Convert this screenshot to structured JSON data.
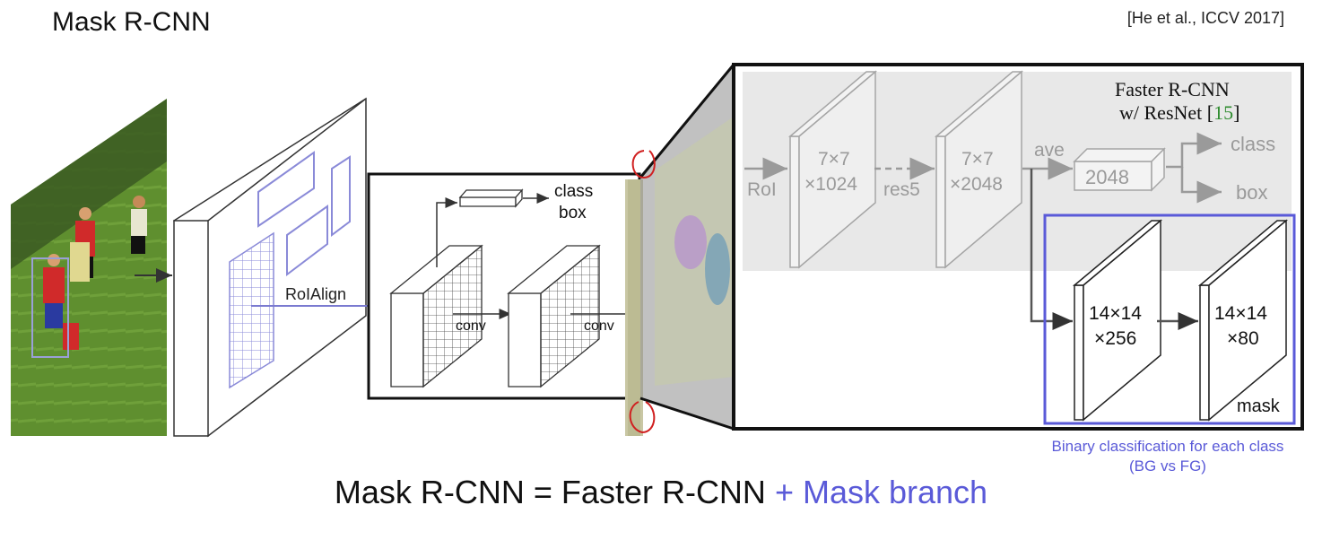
{
  "slide": {
    "title": "Mask R-CNN",
    "citation": "[He et al., ICCV 2017]",
    "equation_prefix": "Mask R-CNN = Faster R-CNN",
    "equation_accent": "+ Mask branch",
    "note_line1": "Binary classification for each class",
    "note_line2": "(BG vs FG)"
  },
  "overview": {
    "roialign_label": "RoIAlign",
    "conv1_label": "conv",
    "conv2_label": "conv",
    "head_label_class": "class",
    "head_label_box": "box"
  },
  "detail": {
    "faster_title_line1": "Faster R-CNN",
    "faster_title_prefix": "w/ ResNet [",
    "faster_title_ref": "15",
    "faster_title_suffix": "]",
    "roi_label": "RoI",
    "block1_line1": "7×7",
    "block1_line2": "×1024",
    "res5_label": "res5",
    "block2_line1": "7×7",
    "block2_line2": "×2048",
    "ave_label": "ave",
    "fc_label": "2048",
    "out_class": "class",
    "out_box": "box",
    "mask1_line1": "14×14",
    "mask1_line2": "×256",
    "mask2_line1": "14×14",
    "mask2_line2": "×80",
    "mask_label": "mask"
  },
  "colors": {
    "accent_blue": "#5a5ad8",
    "grid_blue": "#7a7ad0",
    "gray_region": "#e8e8e8",
    "gray_text": "#9a9a9a",
    "ref_green": "#2e8b2e",
    "annotation_red": "#d02020"
  }
}
